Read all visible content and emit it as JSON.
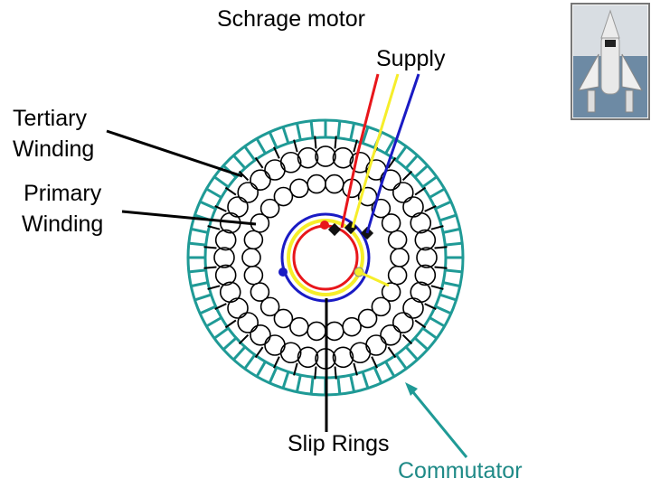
{
  "title": "Schrage motor",
  "labels": {
    "supply": "Supply",
    "tertiary": [
      "Tertiary",
      "Winding"
    ],
    "primary": [
      "Primary",
      "Winding"
    ],
    "slip_rings": "Slip Rings",
    "commutator": "Commutator"
  },
  "colors": {
    "commutator": "#1f9a96",
    "phase_red": "#e8161b",
    "phase_yellow": "#f6ee2a",
    "phase_blue": "#1a1bc4",
    "winding": "#000000"
  },
  "icons": {
    "corner": "space-shuttle-icon"
  }
}
